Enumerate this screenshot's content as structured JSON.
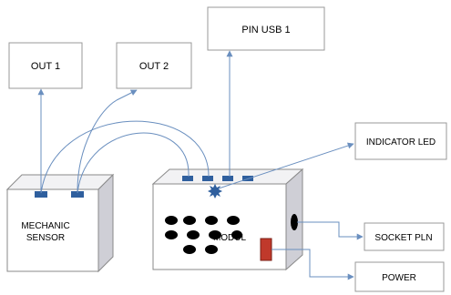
{
  "boxes": {
    "out1": "OUT 1",
    "out2": "OUT 2",
    "pin_usb": "PIN USB 1",
    "indicator_led": "INDICATOR LED",
    "socket_pln": "SOCKET PLN",
    "power": "POWER"
  },
  "devices": {
    "sensor_line1": "MECHANIC",
    "sensor_line2": "SENSOR",
    "modul": "MODUL"
  },
  "colors": {
    "connector_blue": "#2f5f9e",
    "switch_red": "#c0392b",
    "wire_blue": "#6a8fbf",
    "box_side": "#cfcfd6",
    "box_top": "#f2f2f4"
  }
}
